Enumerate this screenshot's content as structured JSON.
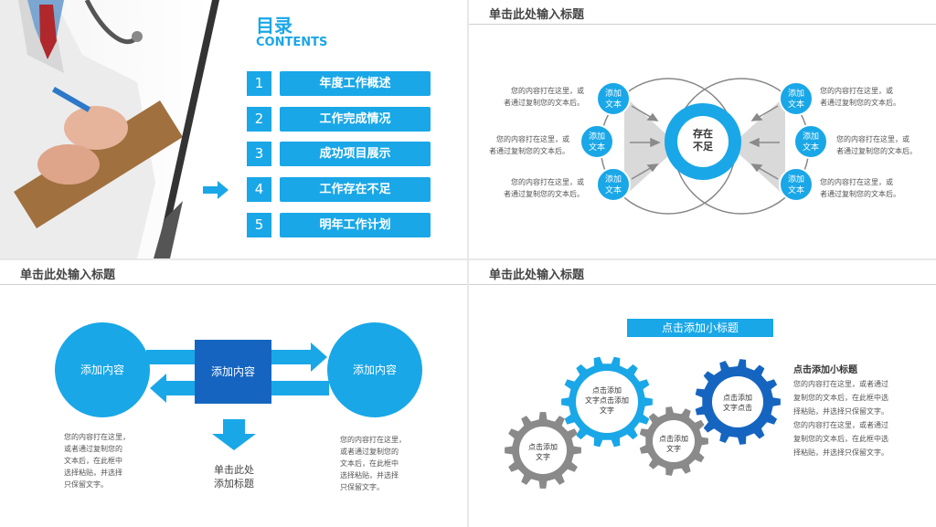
{
  "colors": {
    "accent": "#19a7e8",
    "dark_blue": "#1565c0",
    "gray": "#777777"
  },
  "toc": {
    "title": "目录",
    "subtitle": "CONTENTS",
    "items": [
      {
        "num": "1",
        "label": "年度工作概述"
      },
      {
        "num": "2",
        "label": "工作完成情况"
      },
      {
        "num": "3",
        "label": "成功项目展示"
      },
      {
        "num": "4",
        "label": "工作存在不足"
      },
      {
        "num": "5",
        "label": "明年工作计划"
      }
    ]
  },
  "slide2": {
    "title": "单击此处输入标题",
    "center": [
      "存在",
      "不足"
    ],
    "node": [
      "添加",
      "文本"
    ],
    "left_texts": [
      [
        "您的内容打在这里，或",
        "者通过复制您的文本后。"
      ],
      [
        "您的内容打在这里，或",
        "者通过复制您的文本后。"
      ],
      [
        "您的内容打在这里，或",
        "者通过复制您的文本后。"
      ]
    ],
    "right_texts": [
      [
        "您的内容打在这里，或",
        "者通过复制您的文本后。"
      ],
      [
        "您的内容打在这里，或",
        "者通过复制您的文本后。"
      ],
      [
        "您的内容打在这里，或",
        "者通过复制您的文本后。"
      ]
    ]
  },
  "slide3": {
    "title": "单击此处输入标题",
    "left_circle": "添加内容",
    "center_box": "添加内容",
    "right_circle": "添加内容",
    "bottom_label": [
      "单击此处",
      "添加标题"
    ],
    "left_text": [
      "您的内容打在这里，",
      "或者通过复制您的",
      "文本后，在此框中",
      "选择粘贴，并选择",
      "只保留文字。"
    ],
    "right_text": [
      "您的内容打在这里，",
      "或者通过复制您的",
      "文本后，在此框中",
      "选择粘贴，并选择",
      "只保留文字。"
    ]
  },
  "slide4": {
    "title": "单击此处输入标题",
    "banner": "点击添加小标题",
    "gear_big": [
      "点击添加",
      "文字点击添加",
      "文字"
    ],
    "gear_gray_left": [
      "点击添加",
      "文字"
    ],
    "gear_gray_mid": [
      "点击添加",
      "文字"
    ],
    "gear_dark": [
      "点击添加",
      "文字点击"
    ],
    "side_title": "点击添加小标题",
    "side_text": [
      "您的内容打在这里，或者通过",
      "复制您的文本后，在此框中选",
      "择粘贴，并选择只保留文字。",
      "您的内容打在这里，或者通过",
      "复制您的文本后，在此框中选",
      "择粘贴，并选择只保留文字。"
    ]
  }
}
